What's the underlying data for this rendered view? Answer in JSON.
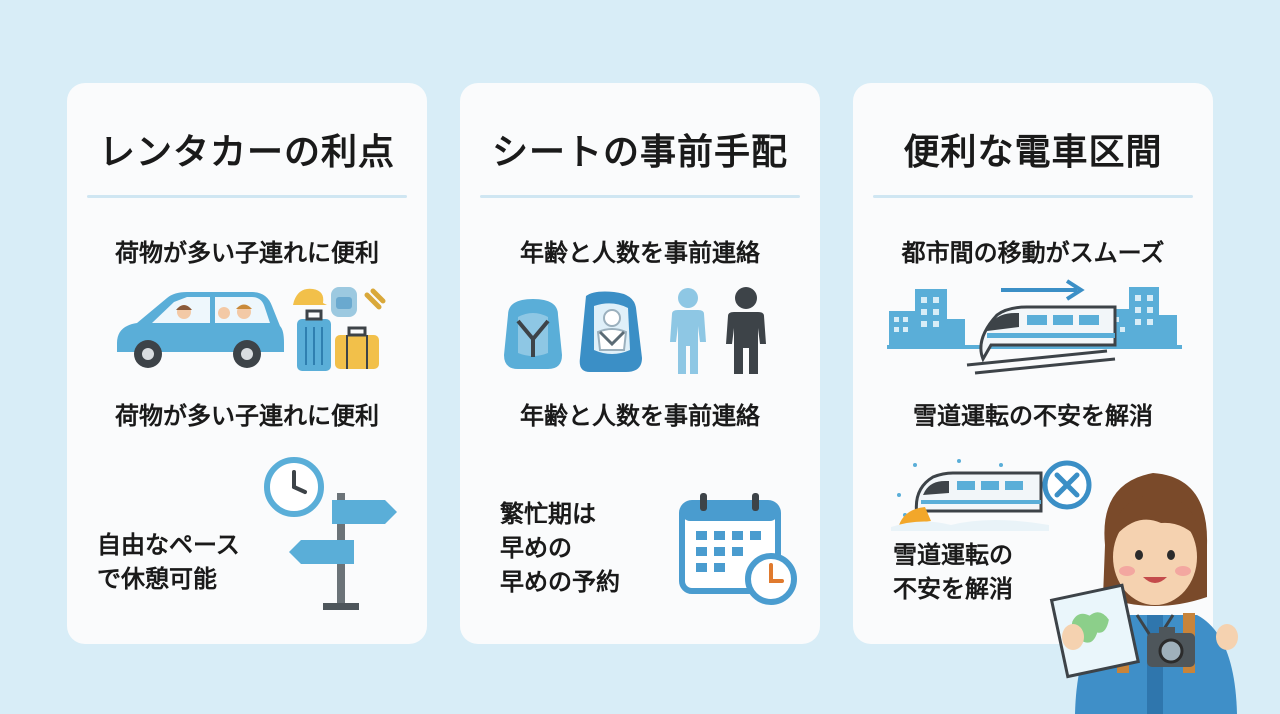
{
  "colors": {
    "background": "#d8edf7",
    "card": "#fafbfc",
    "accent_blue": "#5aaed8",
    "dark": "#3d4348",
    "divider": "#cfe6f2"
  },
  "cards": [
    {
      "title": "レンタカーの利点",
      "line1": "荷物が多い子連れに便利",
      "line2": "荷物が多い子連れに便利",
      "bottom_lines": [
        "自由なペース",
        "で休憩可能"
      ],
      "icons": [
        "car-family-icon",
        "luggage-icon",
        "clock-icon",
        "signpost-icon"
      ]
    },
    {
      "title": "シートの事前手配",
      "line1": "年齢と人数を事前連絡",
      "line2": "年齢と人数を事前連絡",
      "bottom_lines": [
        "繁忙期は",
        "早めの",
        "早めの予約"
      ],
      "icons": [
        "car-seat-icon",
        "child-seat-icon",
        "person-icon",
        "calendar-icon"
      ]
    },
    {
      "title": "便利な電車区間",
      "line1": "都市間の移動がスムーズ",
      "line2": "雪道運転の不安を解消",
      "bottom_lines": [
        "雪道運転の",
        "不安を解消"
      ],
      "icons": [
        "train-city-icon",
        "arrow-right-icon",
        "snow-train-icon",
        "cross-circle-icon"
      ]
    }
  ],
  "character": {
    "icon": "traveler-woman-icon"
  }
}
